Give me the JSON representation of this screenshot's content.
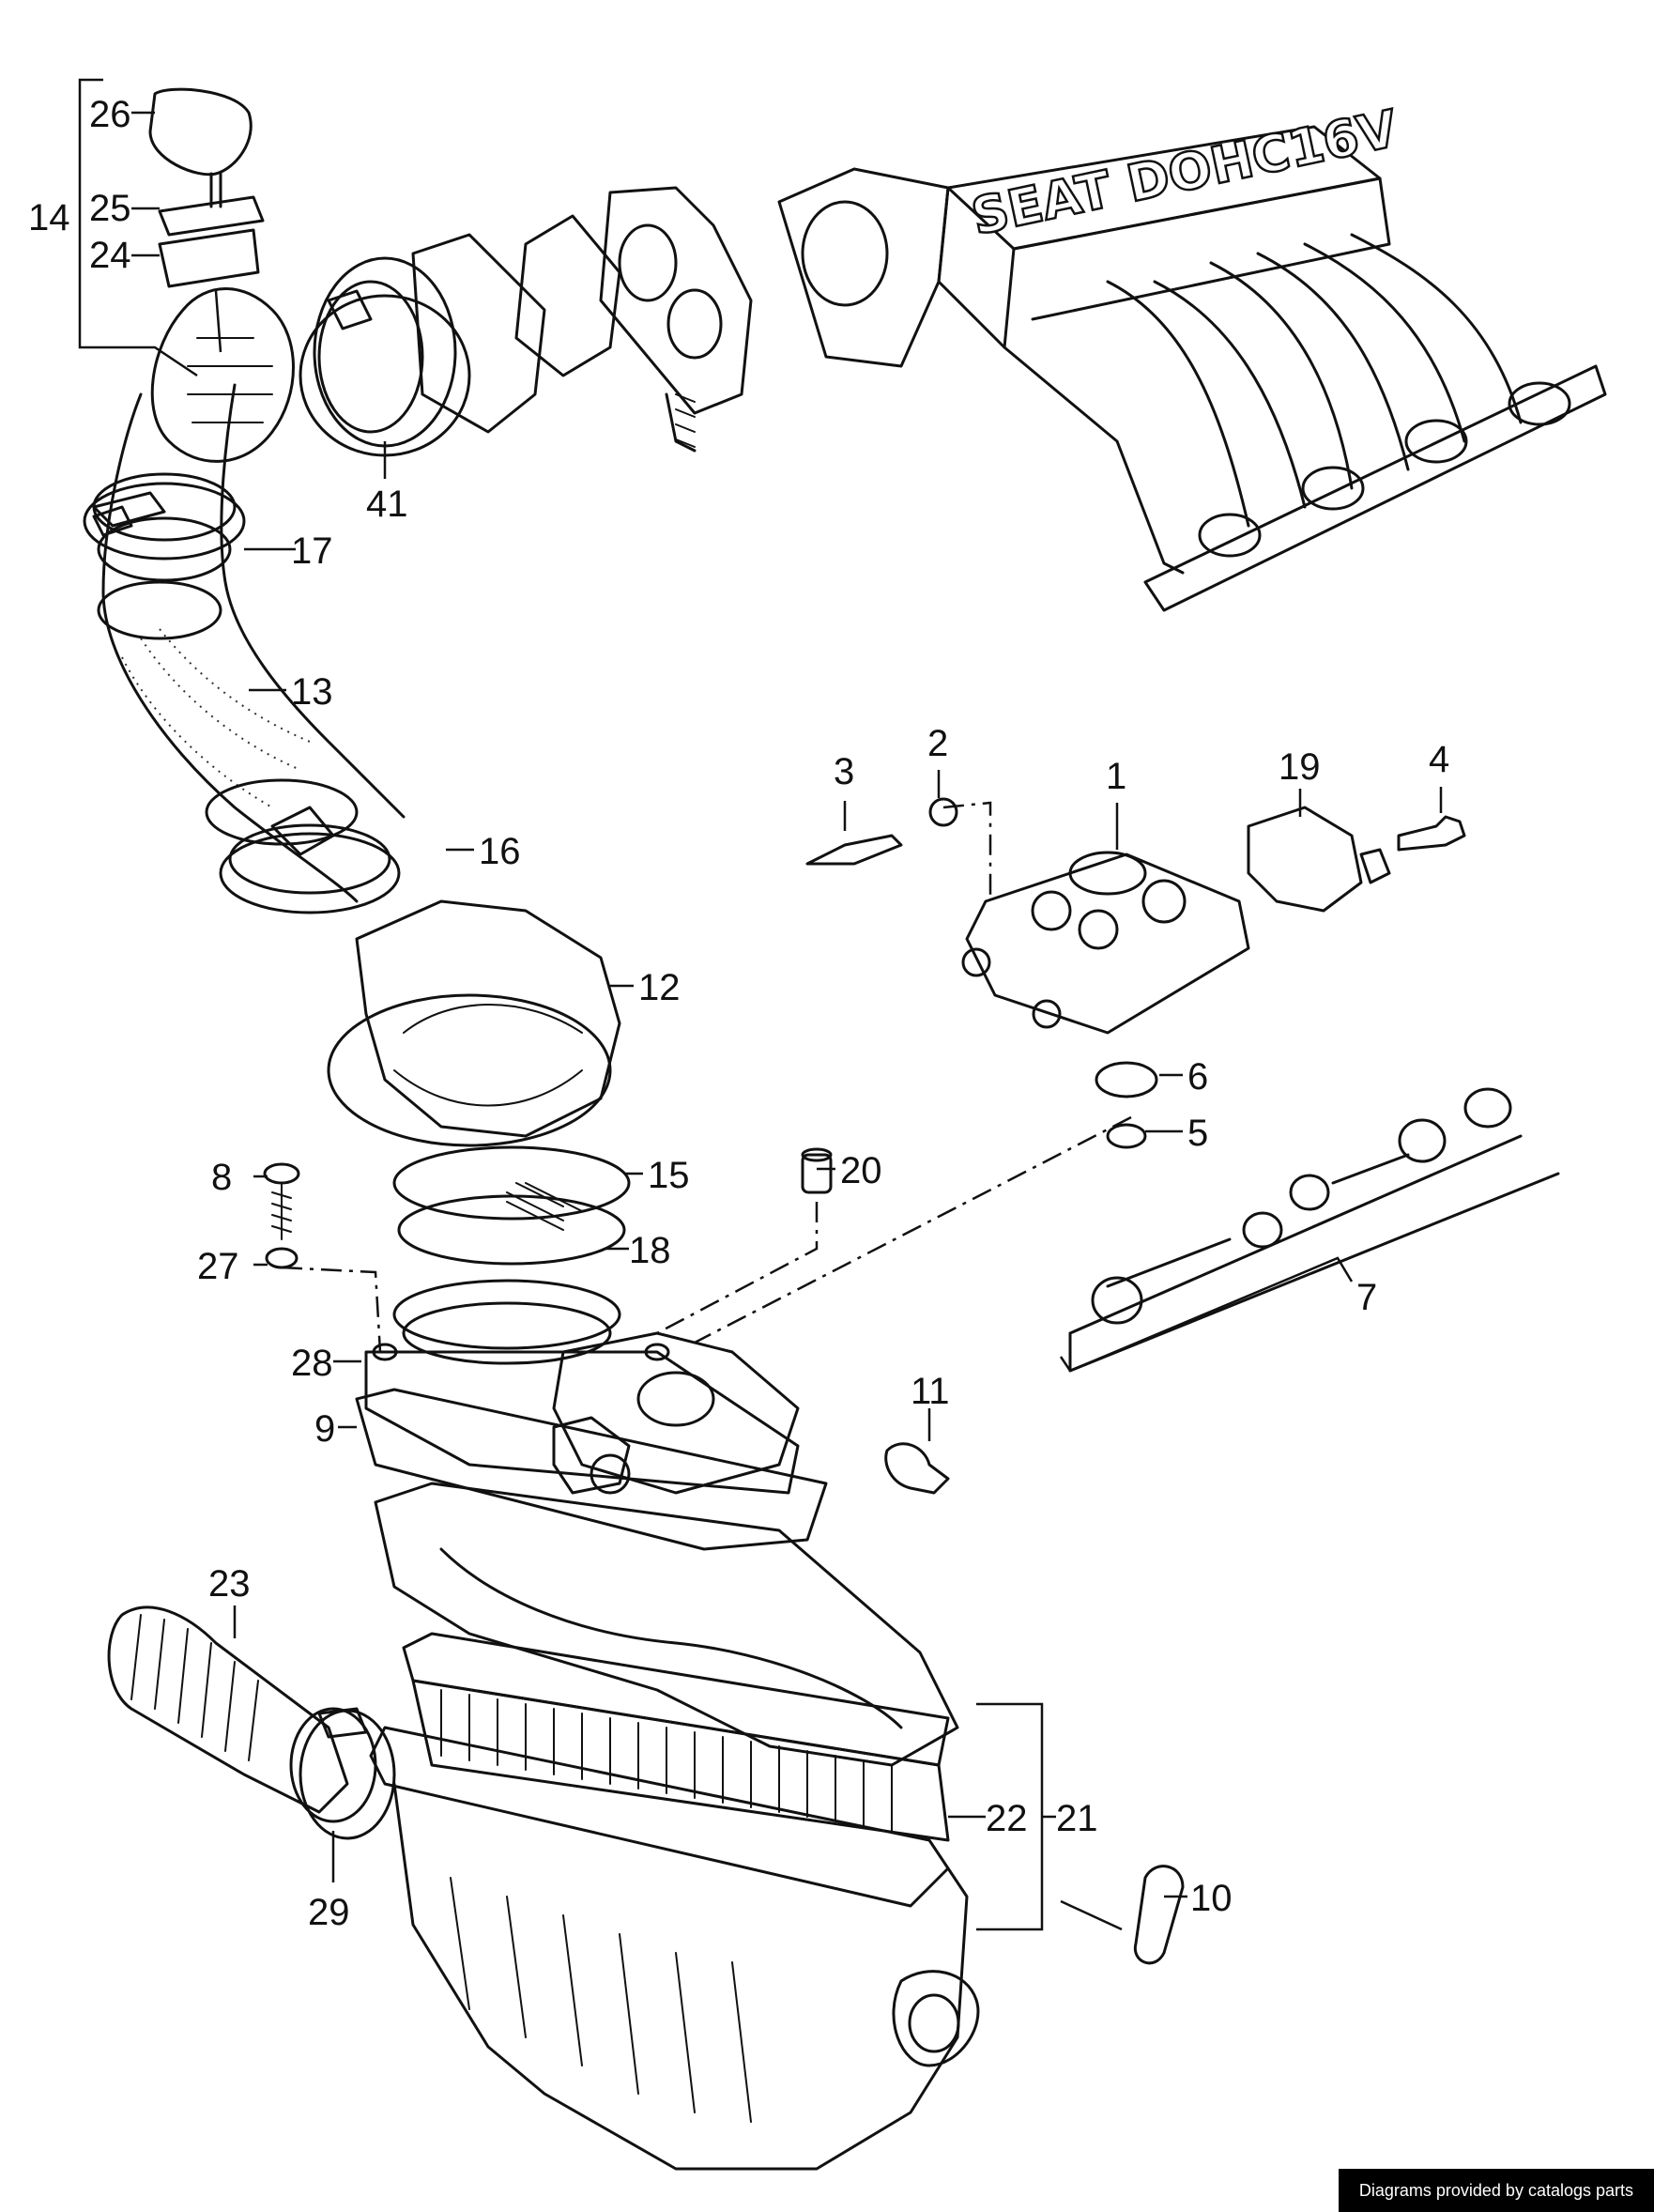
{
  "diagram": {
    "manifold_text": "SEAT DOHC16V",
    "callouts": [
      "26",
      "25",
      "14",
      "24",
      "41",
      "17",
      "13",
      "16",
      "12",
      "15",
      "18",
      "8",
      "27",
      "28",
      "9",
      "20",
      "3",
      "2",
      "1",
      "19",
      "4",
      "6",
      "5",
      "7",
      "11",
      "23",
      "22",
      "21",
      "10",
      "29"
    ]
  },
  "footer": {
    "credit": "Diagrams provided by catalogs parts"
  }
}
